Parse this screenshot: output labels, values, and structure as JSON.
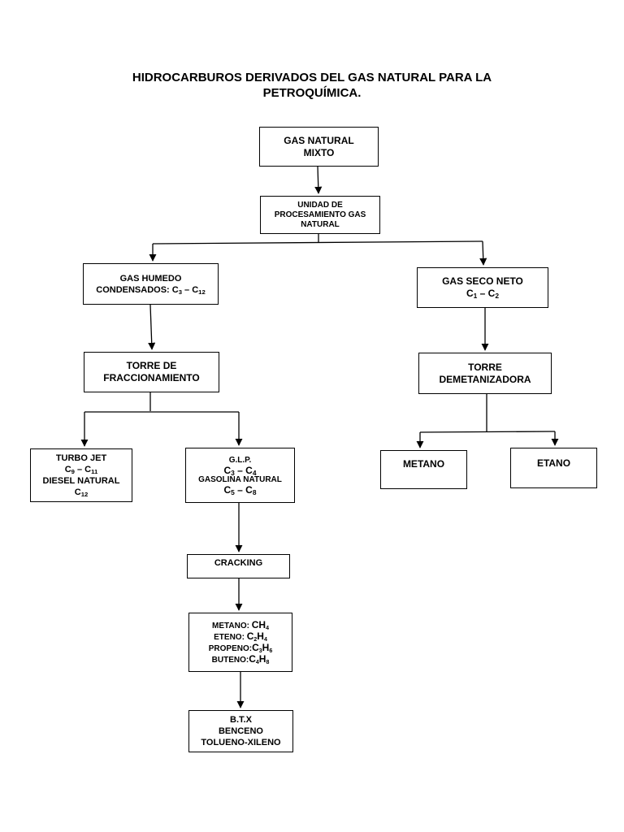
{
  "title": {
    "line1": "HIDROCARBUROS DERIVADOS DEL GAS NATURAL PARA LA",
    "line2": "PETROQUÍMICA."
  },
  "nodes": {
    "gas_natural": {
      "line1": "GAS NATURAL",
      "line2": "MIXTO"
    },
    "unidad": {
      "line1": "UNIDAD DE",
      "line2": "PROCESAMIENTO GAS",
      "line3": "NATURAL"
    },
    "gas_humedo": {
      "line1": "GAS HUMEDO",
      "line2_prefix": "CONDENSADOS: C",
      "line2_sub1": "3",
      "line2_mid": " – C",
      "line2_sub2": "12"
    },
    "gas_seco": {
      "line1": "GAS SECO NETO",
      "line2_prefix": "C",
      "line2_sub1": "1",
      "line2_mid": " – C",
      "line2_sub2": "2"
    },
    "torre_frac": {
      "line1": "TORRE DE",
      "line2": "FRACCIONAMIENTO"
    },
    "torre_demet": {
      "line1": "TORRE",
      "line2": "DEMETANIZADORA"
    },
    "turbo_jet": {
      "line1": "TURBO JET",
      "line2_prefix": "C",
      "line2_sub1": "9",
      "line2_mid": " – C",
      "line2_sub2": "11",
      "line3": "DIESEL NATURAL",
      "line4_prefix": "C",
      "line4_sub": "12"
    },
    "glp": {
      "line1": "G.L.P.",
      "line2_prefix": "C",
      "line2_sub1": "3",
      "line2_mid": " – C",
      "line2_sub2": "4",
      "line3": "GASOLINA NATURAL",
      "line4_prefix": "C",
      "line4_sub1": "5",
      "line4_mid": " – C",
      "line4_sub2": "8"
    },
    "metano": {
      "label": "METANO"
    },
    "etano": {
      "label": "ETANO"
    },
    "cracking": {
      "label": "CRACKING"
    },
    "productos": {
      "l1_label": "METANO: ",
      "l1_a": "CH",
      "l1_a_sub": "4",
      "l2_label": "ETENO: ",
      "l2_a": "C",
      "l2_a_sub": "2",
      "l2_b": "H",
      "l2_b_sub": "4",
      "l3_label": "PROPENO:",
      "l3_a": "C",
      "l3_a_sub": "3",
      "l3_b": "H",
      "l3_b_sub": "6",
      "l4_label": "BUTENO:",
      "l4_a": "C",
      "l4_a_sub": "4",
      "l4_b": "H",
      "l4_b_sub": "8"
    },
    "btx": {
      "line1": "B.T.X",
      "line2": "BENCENO",
      "line3": "TOLUENO-XILENO"
    }
  }
}
